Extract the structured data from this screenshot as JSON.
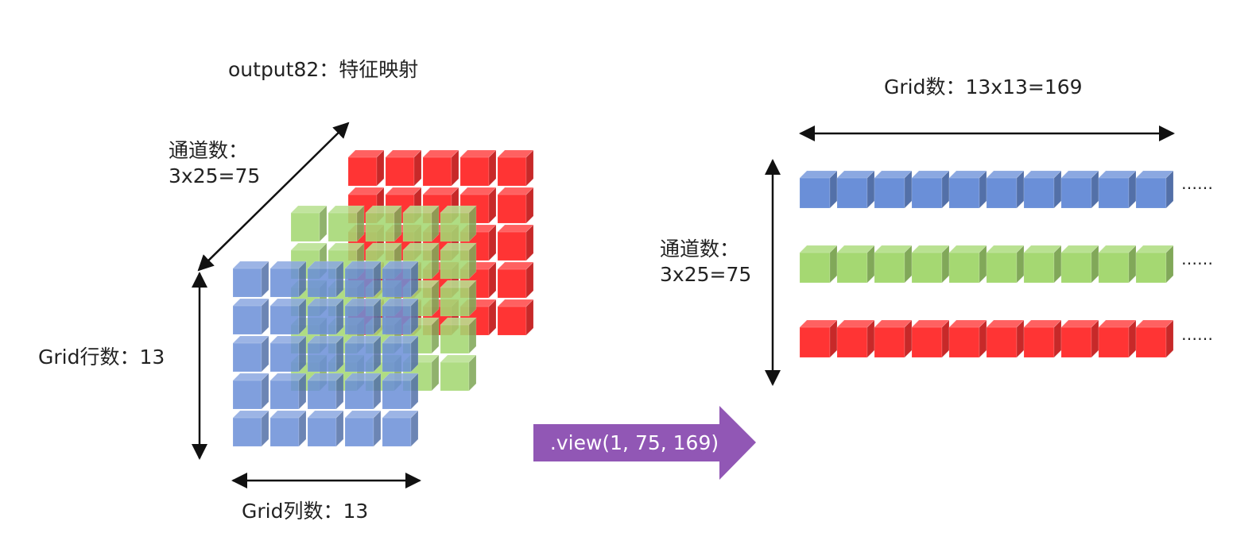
{
  "left": {
    "title": "output82：特征映射",
    "channel_label": "通道数：\n3x25=75",
    "row_label": "Grid行数：13",
    "col_label": "Grid列数：13"
  },
  "transform": {
    "label": ".view(1, 75, 169)"
  },
  "right": {
    "grid_label": "Grid数：13x13=169",
    "channel_label": "通道数：\n3x25=75",
    "ellipsis": "……"
  },
  "colors": {
    "blue": "#6a8fd8",
    "green": "#a5d872",
    "red": "#ff3434",
    "arrow": "#9157b5"
  }
}
